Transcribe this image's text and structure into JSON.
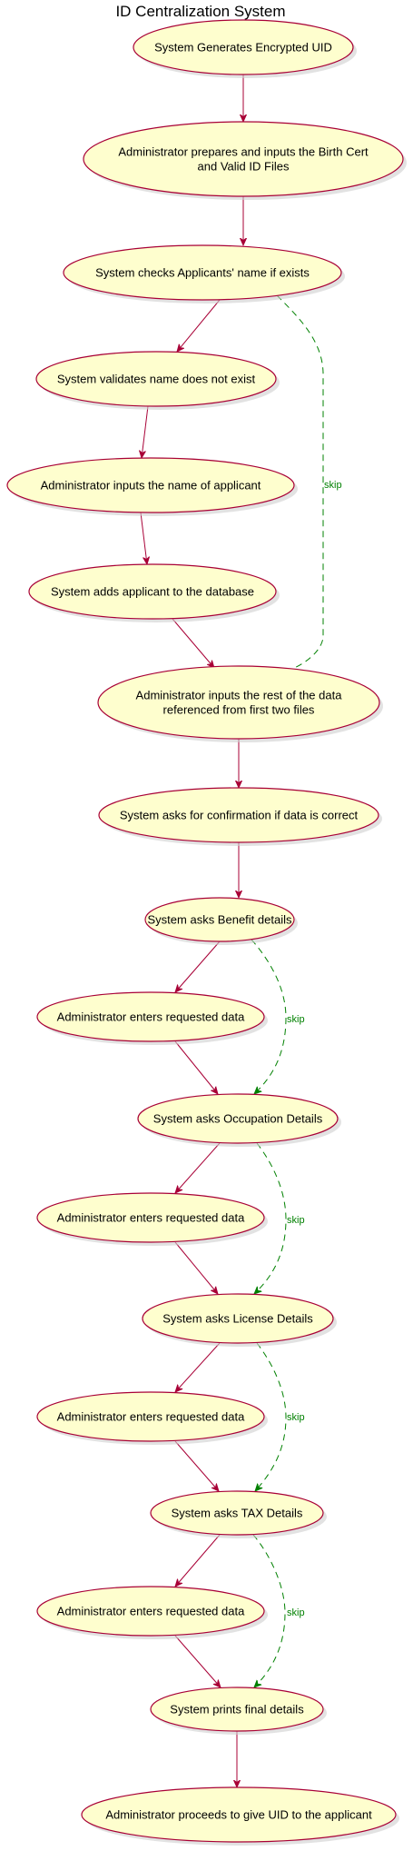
{
  "title": "ID Centralization System",
  "colors": {
    "node_fill": "#FEFECE",
    "node_stroke": "#A80036",
    "edge": "#A80036",
    "skip_edge": "#008000",
    "skip_text": "#008000",
    "shadow": "#cfcfcf"
  },
  "nodes": [
    {
      "id": "n1",
      "lines": [
        "System Generates Encrypted UID"
      ]
    },
    {
      "id": "n2",
      "lines": [
        "Administrator prepares and inputs the Birth Cert",
        "and Valid ID Files"
      ]
    },
    {
      "id": "n3",
      "lines": [
        "System checks Applicants' name if exists"
      ]
    },
    {
      "id": "n4",
      "lines": [
        "System validates name does not exist"
      ]
    },
    {
      "id": "n5",
      "lines": [
        "Administrator inputs the name of applicant"
      ]
    },
    {
      "id": "n6",
      "lines": [
        "System adds applicant to the database"
      ]
    },
    {
      "id": "n7",
      "lines": [
        "Administrator inputs the rest of the data",
        "referenced from first two files"
      ]
    },
    {
      "id": "n8",
      "lines": [
        "System asks for confirmation if data is correct"
      ]
    },
    {
      "id": "n9",
      "lines": [
        "System asks Benefit details"
      ]
    },
    {
      "id": "n10",
      "lines": [
        "Administrator enters requested data"
      ]
    },
    {
      "id": "n11",
      "lines": [
        "System asks Occupation Details"
      ]
    },
    {
      "id": "n12",
      "lines": [
        "Administrator enters requested data"
      ]
    },
    {
      "id": "n13",
      "lines": [
        "System asks License Details"
      ]
    },
    {
      "id": "n14",
      "lines": [
        "Administrator enters requested data"
      ]
    },
    {
      "id": "n15",
      "lines": [
        "System asks TAX Details"
      ]
    },
    {
      "id": "n16",
      "lines": [
        "Administrator enters requested data"
      ]
    },
    {
      "id": "n17",
      "lines": [
        "System prints final details"
      ]
    },
    {
      "id": "n18",
      "lines": [
        "Administrator proceeds to give UID to the applicant"
      ]
    }
  ],
  "edges": [
    {
      "from": "n1",
      "to": "n2"
    },
    {
      "from": "n2",
      "to": "n3"
    },
    {
      "from": "n3",
      "to": "n4"
    },
    {
      "from": "n4",
      "to": "n5"
    },
    {
      "from": "n5",
      "to": "n6"
    },
    {
      "from": "n6",
      "to": "n7"
    },
    {
      "from": "n3",
      "to": "n7",
      "style": "skip",
      "label": "skip"
    },
    {
      "from": "n7",
      "to": "n8"
    },
    {
      "from": "n8",
      "to": "n9"
    },
    {
      "from": "n9",
      "to": "n10"
    },
    {
      "from": "n10",
      "to": "n11"
    },
    {
      "from": "n9",
      "to": "n11",
      "style": "skip",
      "label": "skip"
    },
    {
      "from": "n11",
      "to": "n12"
    },
    {
      "from": "n12",
      "to": "n13"
    },
    {
      "from": "n11",
      "to": "n13",
      "style": "skip",
      "label": "skip"
    },
    {
      "from": "n13",
      "to": "n14"
    },
    {
      "from": "n14",
      "to": "n15"
    },
    {
      "from": "n13",
      "to": "n15",
      "style": "skip",
      "label": "skip"
    },
    {
      "from": "n15",
      "to": "n16"
    },
    {
      "from": "n16",
      "to": "n17"
    },
    {
      "from": "n15",
      "to": "n17",
      "style": "skip",
      "label": "skip"
    },
    {
      "from": "n17",
      "to": "n18"
    }
  ]
}
